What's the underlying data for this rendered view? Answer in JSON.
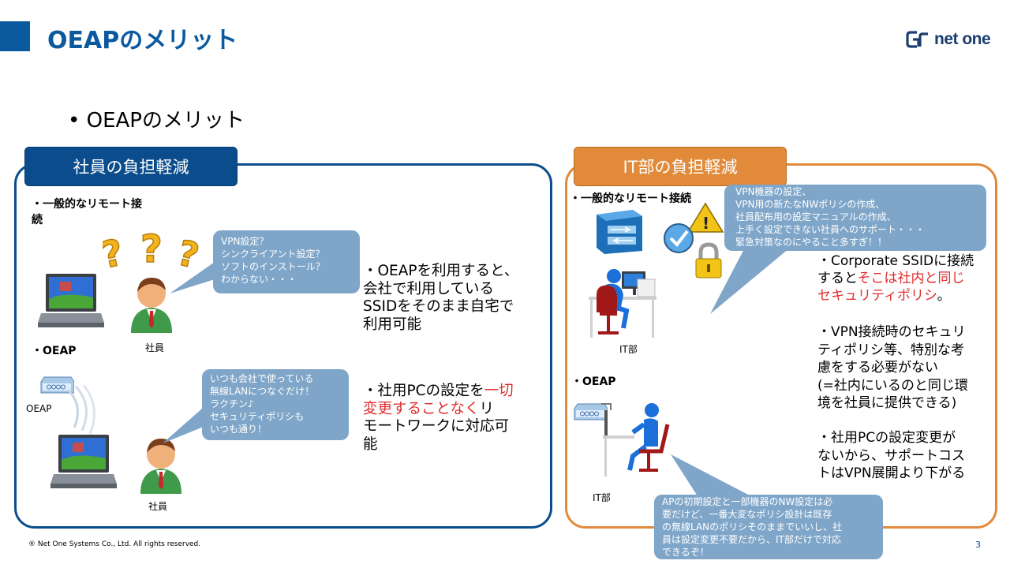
{
  "header": {
    "title": "OEAPのメリット",
    "logo_text": "net one"
  },
  "bullet": "• OEAPのメリット",
  "left_panel": {
    "tab_label": "社員の負担軽減",
    "section1_label_line1": "・一般的なリモート接",
    "section1_label_line2": "続",
    "section2_label": "・OEAP",
    "oeap_device_label": "OEAP",
    "person1_label": "社員",
    "person2_label": "社員",
    "bubble1": [
      "VPN設定？",
      "シンクライアント設定？",
      "ソフトのインストール？",
      "わからない・・・"
    ],
    "bubble2": [
      "いつも会社で使っている",
      "無線LANにつなぐだけ！",
      "ラクチン♪",
      "セキュリティポリシも",
      "いつも通り！"
    ],
    "text1": [
      "・OEAPを利用すると、",
      "会社で利用している",
      "SSIDをそのまま自宅で",
      "利用可能"
    ],
    "text2": {
      "l1_prefix": "・社用PCの設定を",
      "l1_red": "一切",
      "l2_red": "変更することなく",
      "l2_suffix": "リ",
      "l3": "モートワークに対応可",
      "l4": "能"
    }
  },
  "right_panel": {
    "tab_label": "IT部の負担軽減",
    "section1_label": "・一般的なリモート接続",
    "section2_label": "・OEAP",
    "itdept_label1": "IT部",
    "itdept_label2": "IT部",
    "bubble1": [
      "VPN機器の設定、",
      "VPN用の新たなNWポリシの作成、",
      "社員配布用の設定マニュアルの作成、",
      "上手く設定できない社員へのサポート・・・",
      "緊急対策なのにやること多すぎ！！"
    ],
    "bubble2": [
      "APの初期設定と一部機器のNW設定は必",
      "要だけど、一番大変なポリシ設計は既存",
      "の無線LANのポリシそのままでいいし、社",
      "員は設定変更不要だから、IT部だけで対応",
      "できるぞ！"
    ],
    "text1": {
      "l1": "・Corporate SSIDに接続",
      "l2_prefix": "すると",
      "l2_red": "そこは社内と同じ",
      "l3_red": "セキュリティポリシ",
      "l3_suffix": "。"
    },
    "text2": [
      "・VPN接続時のセキュリ",
      "ティポリシ等、特別な考",
      "慮をする必要がない",
      "(=社内にいるのと同じ環",
      "境を社員に提供できる)"
    ],
    "text3": [
      "・社用PCの設定変更が",
      "ないから、サポートコス",
      "トはVPN展開より下がる"
    ]
  },
  "footer": {
    "copyright": "® Net One Systems Co., Ltd. All rights reserved.",
    "page_number": "3"
  },
  "colors": {
    "brand_blue": "#0b4d8c",
    "accent_orange": "#e08a3a",
    "bubble_blue": "#7fa6c9",
    "highlight_red": "#e02b2b"
  }
}
